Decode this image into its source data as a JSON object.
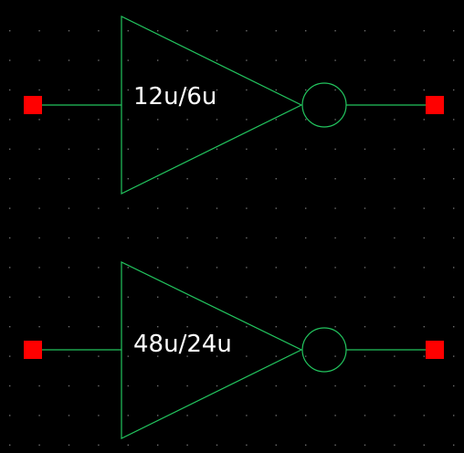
{
  "colors": {
    "background": "#000000",
    "wire": "#22c45e",
    "pin": "#ff0000",
    "grid_dot": "#6b6b6b",
    "label": "#ffffff"
  },
  "inverters": [
    {
      "size_label": "12u/6u",
      "shape": "triangle-with-bubble",
      "input_pin": "square-pin",
      "output_pin": "square-pin"
    },
    {
      "size_label": "48u/24u",
      "shape": "triangle-with-bubble",
      "input_pin": "square-pin",
      "output_pin": "square-pin"
    }
  ]
}
